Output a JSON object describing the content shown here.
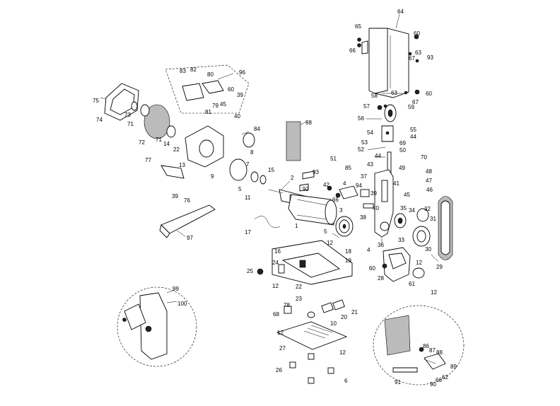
{
  "callouts": {
    "c1": "1",
    "c2": "2",
    "c3": "3",
    "c4": "4",
    "c5": "5",
    "c6": "6",
    "c7": "7",
    "c8": "8",
    "c9": "9",
    "c10": "10",
    "c11": "11",
    "c12": "12",
    "c13": "13",
    "c14": "14",
    "c15": "15",
    "c16": "16",
    "c17": "17",
    "c18": "18",
    "c19": "19",
    "c20": "20",
    "c21": "21",
    "c22": "22",
    "c23": "23",
    "c24": "24",
    "c25": "25",
    "c26": "26",
    "c27": "27",
    "c28": "28",
    "c29": "29",
    "c30": "30",
    "c31": "31",
    "c32": "32",
    "c33": "33",
    "c34": "34",
    "c35": "35",
    "c36": "36",
    "c37": "37",
    "c38": "38",
    "c39": "39",
    "c40": "40",
    "c41": "41",
    "c42": "42",
    "c43": "43",
    "c44": "44",
    "c45": "45",
    "c46": "46",
    "c47": "47",
    "c48": "48",
    "c49": "49",
    "c50": "50",
    "c51": "51",
    "c52": "52",
    "c53": "53",
    "c54": "54",
    "c55": "55",
    "c56": "56",
    "c57": "57",
    "c58": "58",
    "c59": "59",
    "c60": "60",
    "c61": "61",
    "c62": "62",
    "c63": "63",
    "c64": "64",
    "c65": "65",
    "c66": "66",
    "c67": "67",
    "c68": "68",
    "c69": "69",
    "c70": "70",
    "c71": "71",
    "c72": "72",
    "c73": "73",
    "c74": "74",
    "c75": "75",
    "c76": "76",
    "c77": "77",
    "c78": "78",
    "c79": "79",
    "c80": "80",
    "c81": "81",
    "c82": "82",
    "c83": "83",
    "c84": "84",
    "c85": "85",
    "c86": "86",
    "c87": "87",
    "c88": "88",
    "c89": "89",
    "c90": "90",
    "c91": "91",
    "c92": "92",
    "c93": "93",
    "c94": "94",
    "c96": "96",
    "c97": "97",
    "c98": "98",
    "c99": "99",
    "c100": "100"
  },
  "colors": {
    "ink": "#000000",
    "paper": "#ffffff",
    "shade": "#222222"
  }
}
